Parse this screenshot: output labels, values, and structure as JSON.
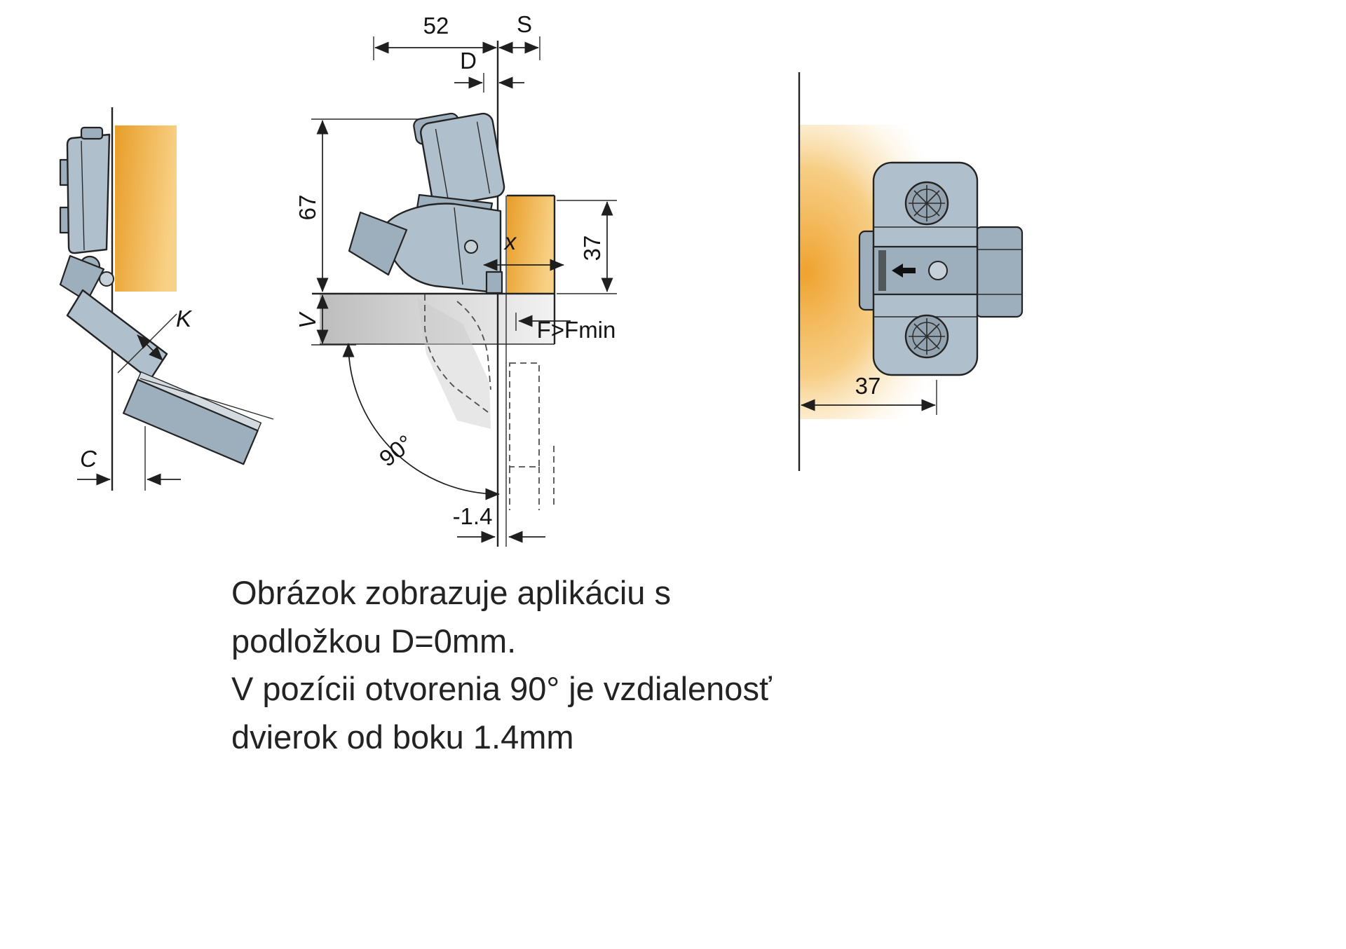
{
  "title": "Hinge application drawing",
  "dims": {
    "w52": "52",
    "s": "S",
    "d": "D",
    "h67": "67",
    "v": "V",
    "x": "x",
    "d37": "37",
    "f": "F>Fmin",
    "a90": "90°",
    "m14": "-1.4",
    "k": "K",
    "c": "C",
    "p37": "37"
  },
  "caption": {
    "lines": [
      "Obrázok zobrazuje aplikáciu s",
      "podložkou D=0mm.",
      "V pozícii otvorenia 90° je vzdialenosť",
      "dvierok od boku 1.4mm"
    ]
  },
  "colors": {
    "wood_dark": "#E89D28",
    "wood_light": "#F8D186",
    "metal": "#AFBFCB",
    "panel_gray": "#C6C6C6",
    "line": "#232323"
  }
}
